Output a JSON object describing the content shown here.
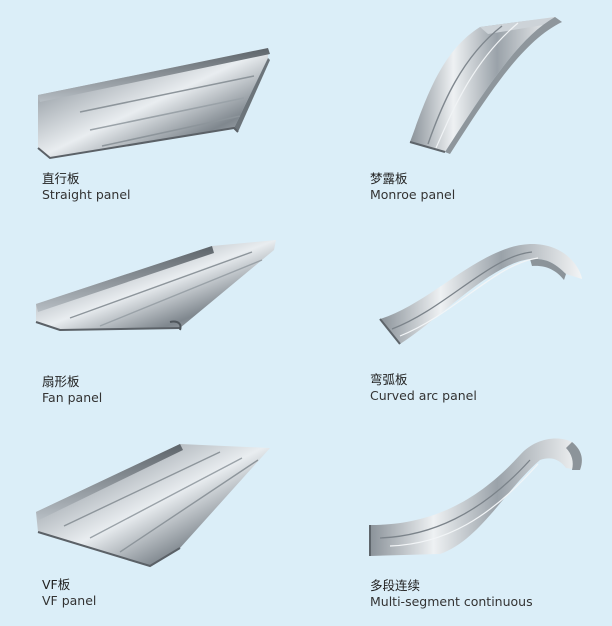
{
  "panels": [
    {
      "zh": "直行板",
      "en": "Straight panel"
    },
    {
      "zh": "梦露板",
      "en": "Monroe panel"
    },
    {
      "zh": "扇形板",
      "en": "Fan panel"
    },
    {
      "zh": "弯弧板",
      "en": "Curved arc panel"
    },
    {
      "zh": "VF板",
      "en": "VF panel"
    },
    {
      "zh": "多段连续",
      "en": "Multi-segment continuous"
    }
  ]
}
